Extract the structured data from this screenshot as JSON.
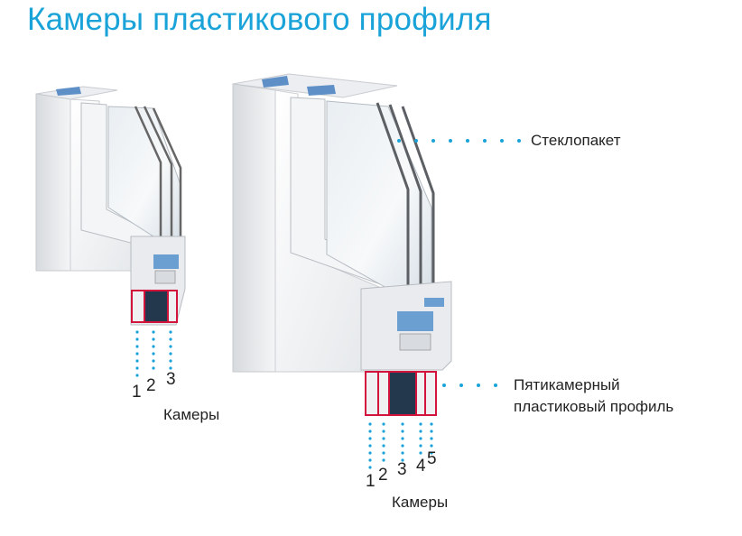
{
  "title": "Камеры пластикового профиля",
  "labels": {
    "glass_unit": "Стеклопакет",
    "profile_line1": "Пятикамерный",
    "profile_line2": "пластиковый профиль",
    "left_chambers": "Камеры",
    "right_chambers": "Камеры"
  },
  "left_profile": {
    "chamber_count": 3,
    "numbers": [
      "1",
      "2",
      "3"
    ]
  },
  "right_profile": {
    "chamber_count": 5,
    "numbers": [
      "1",
      "2",
      "3",
      "4",
      "5"
    ]
  },
  "colors": {
    "title": "#1aa3d8",
    "dots": "#1aa3d8",
    "chamber_outline": "#d2143c",
    "chamber_fill": "#eef0f2",
    "frame": "#f2f3f5",
    "glass": "#dfe7ee"
  }
}
